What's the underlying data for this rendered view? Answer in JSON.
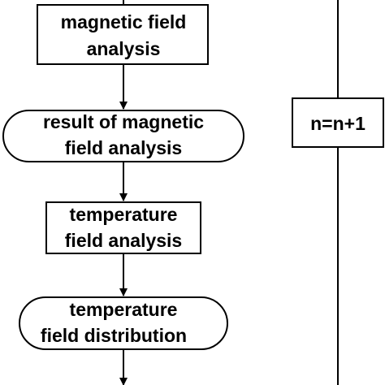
{
  "diagram": {
    "nodes": [
      {
        "id": "magnetic-field-analysis",
        "shape": "rect",
        "lines": [
          "magnetic field",
          "analysis"
        ]
      },
      {
        "id": "result-of-magnetic-field-analysis",
        "shape": "terminator",
        "lines": [
          "result of magnetic",
          "field analysis"
        ]
      },
      {
        "id": "temperature-field-analysis",
        "shape": "rect",
        "lines": [
          "temperature",
          "field analysis"
        ]
      },
      {
        "id": "temperature-field-distribution",
        "shape": "terminator",
        "lines": [
          "temperature",
          "field distribution"
        ]
      },
      {
        "id": "increment-counter",
        "shape": "rect",
        "lines": [
          "n=n+1"
        ]
      }
    ],
    "edges": [
      {
        "from": "top-of-frame",
        "to": "magnetic-field-analysis"
      },
      {
        "from": "magnetic-field-analysis",
        "to": "result-of-magnetic-field-analysis"
      },
      {
        "from": "result-of-magnetic-field-analysis",
        "to": "temperature-field-analysis"
      },
      {
        "from": "temperature-field-analysis",
        "to": "temperature-field-distribution"
      },
      {
        "from": "temperature-field-distribution",
        "to": "bottom-of-frame"
      }
    ],
    "stroke_color": "#000000",
    "fill_color": "#ffffff",
    "text_color": "#000000"
  }
}
